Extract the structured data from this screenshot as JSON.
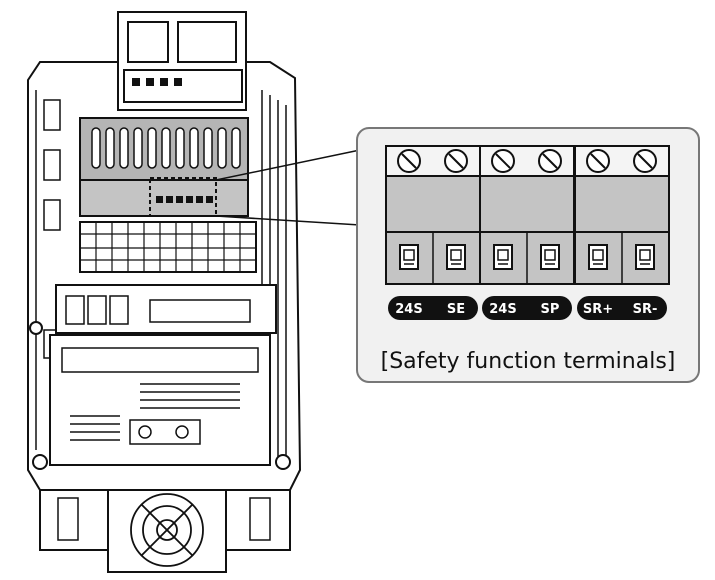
{
  "callout": {
    "caption": "[Safety function terminals]",
    "groups": [
      {
        "labels": [
          "24S",
          "SE"
        ]
      },
      {
        "labels": [
          "24S",
          "SP"
        ]
      },
      {
        "labels": [
          "SR+",
          "SR-"
        ]
      }
    ]
  },
  "colors": {
    "outline": "#111111",
    "body_fill": "#ffffff",
    "module_fill": "#b5b5b5",
    "terminal_fill": "#c4c4c4",
    "panel_fill": "#f1f1f1",
    "label_pill": "#111111",
    "label_text": "#ffffff"
  }
}
